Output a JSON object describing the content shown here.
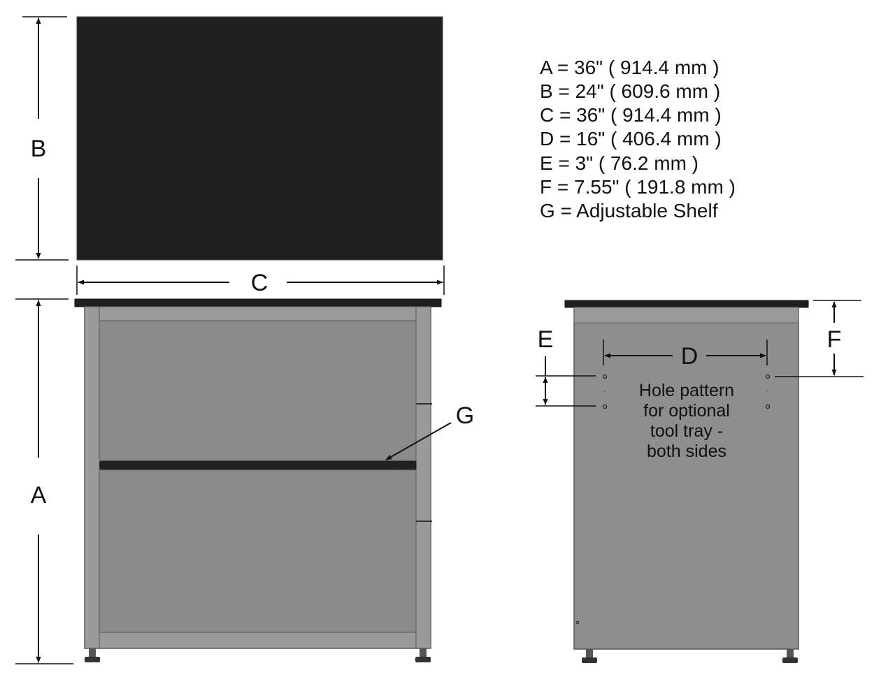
{
  "labels": {
    "a": "A",
    "b": "B",
    "c": "C",
    "d": "D",
    "e": "E",
    "f": "F",
    "g": "G"
  },
  "specs": [
    "A = 36\" ( 914.4 mm )",
    "B = 24\" ( 609.6 mm )",
    "C = 36\" ( 914.4 mm )",
    "D = 16\" ( 406.4 mm )",
    "E = 3\" ( 76.2 mm )",
    "F = 7.55\" ( 191.8 mm )",
    "G = Adjustable Shelf"
  ],
  "hole_note": [
    "Hole pattern",
    "for optional",
    "tool tray -",
    "both sides"
  ],
  "colors": {
    "top_surface": "#1f1f1f",
    "cabinet_body": "#8e8e8e",
    "cabinet_frame": "#9a9a9a",
    "shelf": "#222222",
    "line": "#111111"
  }
}
